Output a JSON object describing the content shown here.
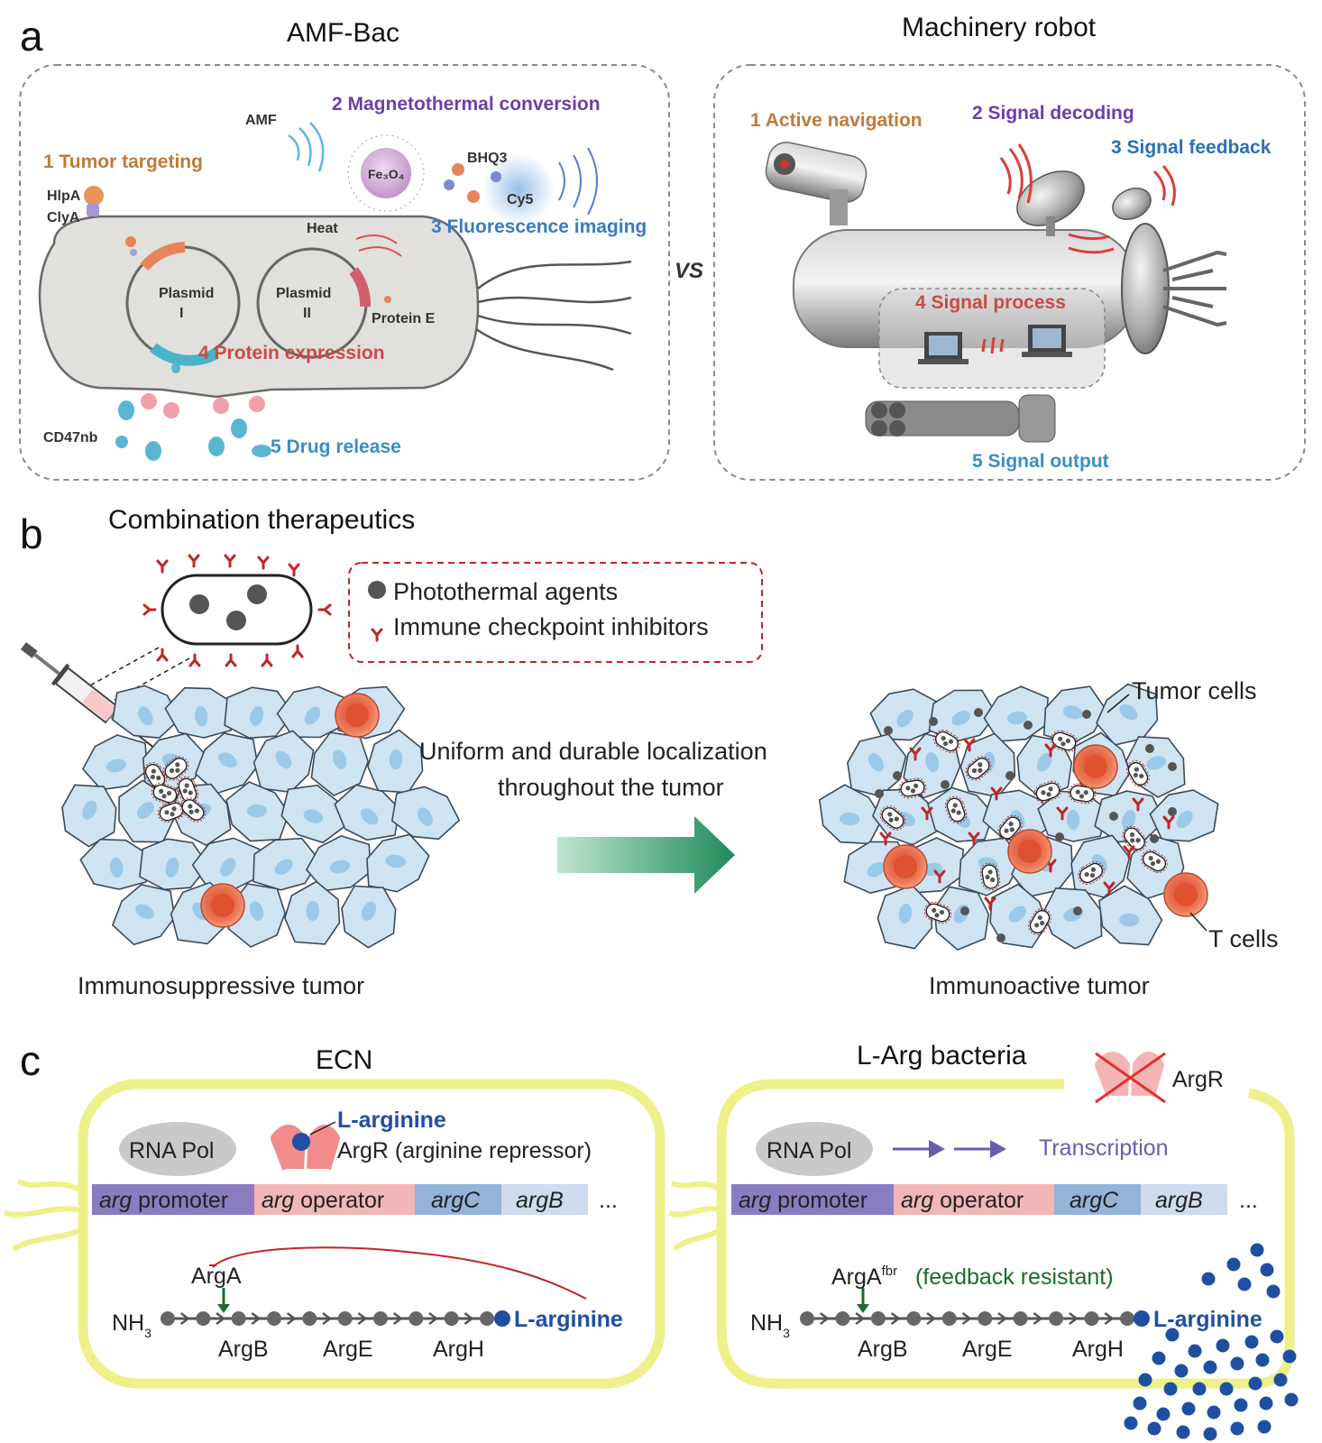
{
  "panel_a": {
    "letter": "a",
    "left_title": "AMF-Bac",
    "right_title": "Machinery robot",
    "vs": "VS",
    "left_labels": {
      "tumor_targeting": "1 Tumor targeting",
      "magnetothermal": "2 Magnetothermal conversion",
      "fluorescence": "3 Fluorescence imaging",
      "protein_expression": "4 Protein expression",
      "drug_release": "5 Drug release",
      "amf": "AMF",
      "fe3o4": "Fe₃O₄",
      "bhq3": "BHQ3",
      "cy5": "Cy5",
      "hlpa": "HlpA",
      "clya": "ClyA",
      "heat": "Heat",
      "plasmid_1": "Plasmid",
      "plasmid_1_num": "I",
      "plasmid_2": "Plasmid",
      "plasmid_2_num": "II",
      "protein_e": "Protein E",
      "cd47nb": "CD47nb"
    },
    "right_labels": {
      "active_navigation": "1 Active navigation",
      "signal_decoding": "2 Signal decoding",
      "signal_feedback": "3 Signal feedback",
      "signal_process": "4 Signal process",
      "signal_output": "5 Signal output"
    }
  },
  "panel_b": {
    "letter": "b",
    "title": "Combination therapeutics",
    "legend_photothermal": "Photothermal agents",
    "legend_checkpoint": "Immune checkpoint  inhibitors",
    "arrow_line1": "Uniform and durable localization",
    "arrow_line2": "throughout the tumor",
    "tumor_cells": "Tumor cells",
    "t_cells": "T cells",
    "left_caption": "Immunosuppressive tumor",
    "right_caption": "Immunoactive tumor"
  },
  "panel_c": {
    "letter": "c",
    "left_title": "ECN",
    "right_title": "L-Arg bacteria",
    "rna_pol": "RNA Pol",
    "l_arginine": "L-arginine",
    "argr_full": "ArgR (arginine repressor)",
    "argr": "ArgR",
    "transcription": "Transcription",
    "gene_arg_promoter_it": "arg",
    "gene_promoter": " promoter",
    "gene_arg_operator_it": "arg",
    "gene_operator": " operator",
    "gene_argC": "argC",
    "gene_argB": "argB",
    "ellipsis": "...",
    "arga": "ArgA",
    "arga_fbr_sup": "fbr",
    "feedback_resistant": "(feedback resistant)",
    "nh3": "NH",
    "nh3_sub": "3",
    "argB": "ArgB",
    "argE": "ArgE",
    "argH": "ArgH"
  },
  "colors": {
    "cell_fill": "#cfe4f2",
    "cell_stroke": "#3a4a5a",
    "nucleus": "#9cc9e8",
    "t_cell": "#e8704e",
    "checkpoint_red": "#c0262a",
    "membrane_yellow": "#eef08a",
    "promoter": "#8a7cc0",
    "operator": "#f2b6b6",
    "argC": "#93b3d9",
    "argB": "#cfdbee",
    "arginine_blue": "#1f4fa0",
    "arrow_green": "#1e8a58"
  }
}
